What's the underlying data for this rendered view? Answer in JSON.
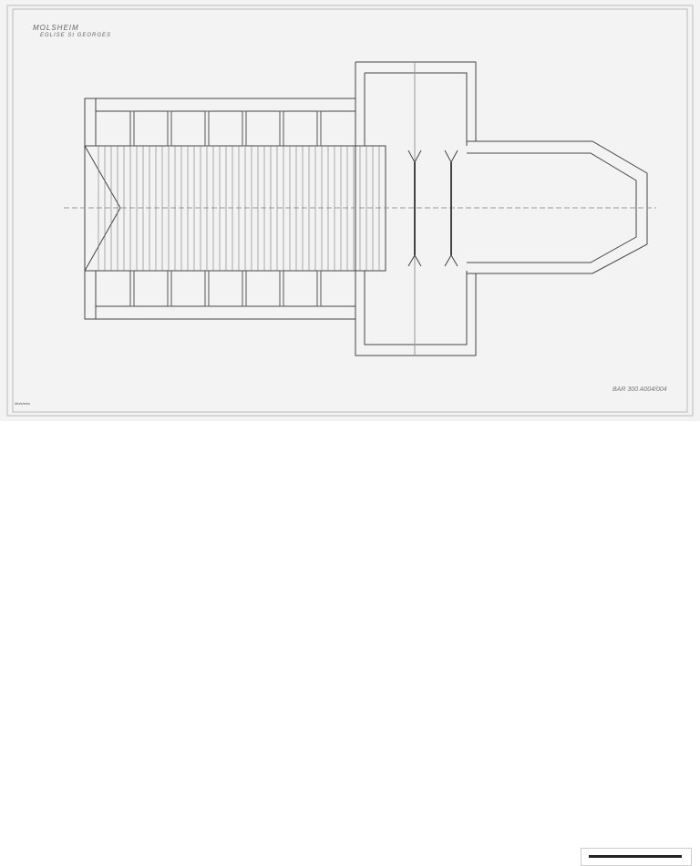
{
  "drawing": {
    "title": "MOLSHEIM",
    "subtitle": "EGLISE St GEORGES",
    "archive_stamp": "BAR 300 A004/004",
    "reference": "Molsheim"
  },
  "colors": {
    "paper": "#f3f3f3",
    "ink": "#333333"
  }
}
